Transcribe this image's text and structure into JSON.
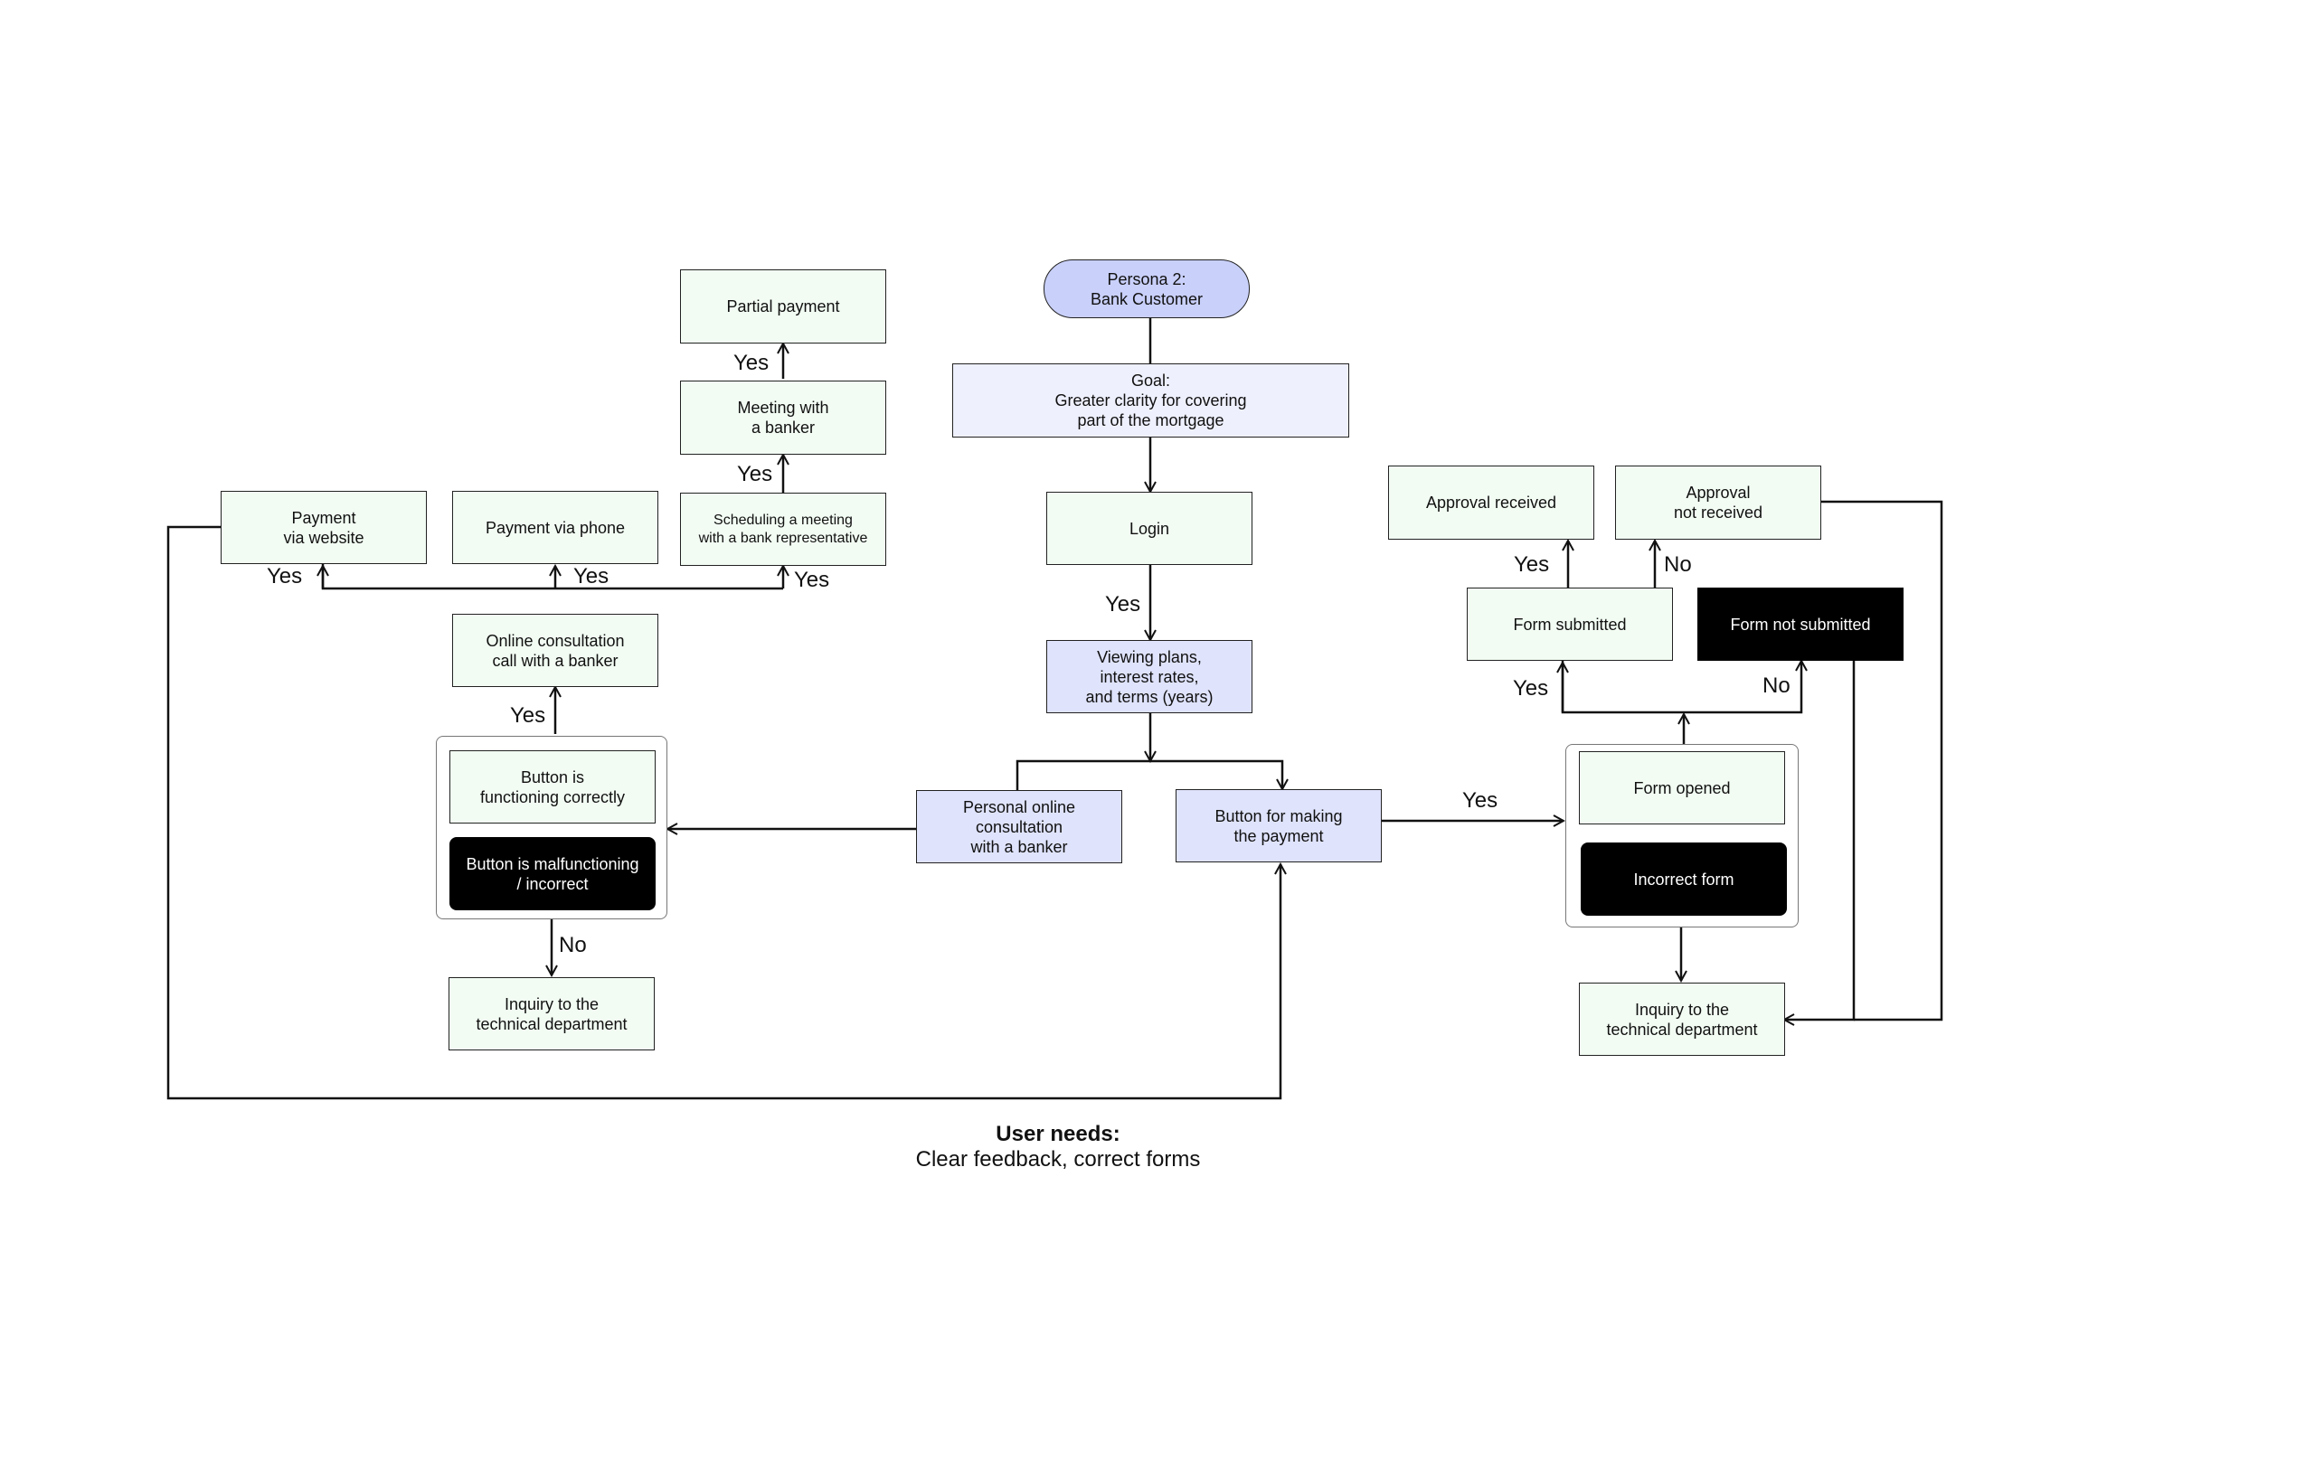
{
  "nodes": {
    "persona": "Persona 2:\nBank Customer",
    "goal": "Goal:\nGreater clarity for covering\npart of the mortgage",
    "login": "Login",
    "viewing_plans": "Viewing plans,\ninterest rates,\nand terms (years)",
    "personal_consultation": "Personal online\nconsultation\nwith a banker",
    "payment_button": "Button for making\nthe payment",
    "button_ok": "Button is\nfunctioning correctly",
    "button_bad": "Button is malfunctioning\n/ incorrect",
    "online_call": "Online consultation\ncall with a banker",
    "inquiry_left": "Inquiry to the\ntechnical department",
    "pay_website": "Payment\nvia website",
    "pay_phone": "Payment via phone",
    "scheduling": "Scheduling a meeting\nwith a bank representative",
    "meeting": "Meeting with\na banker",
    "partial_payment": "Partial payment",
    "form_opened": "Form opened",
    "incorrect_form": "Incorrect form",
    "inquiry_right": "Inquiry to the\ntechnical department",
    "form_submitted": "Form submitted",
    "form_not_submitted": "Form not submitted",
    "approval_received": "Approval received",
    "approval_not_received": "Approval\nnot received"
  },
  "edge_labels": {
    "login_yes": "Yes",
    "call_yes": "Yes",
    "inquiry_no": "No",
    "website_yes": "Yes",
    "phone_yes": "Yes",
    "scheduling_yes": "Yes",
    "meeting_yes": "Yes",
    "partial_yes": "Yes",
    "payment_yes": "Yes",
    "submitted_yes": "Yes",
    "not_submitted_no": "No",
    "approval_yes": "Yes",
    "approval_no": "No"
  },
  "footer": {
    "title": "User needs:",
    "text": "Clear feedback, correct forms"
  },
  "colors": {
    "green_box": "#f2fcf3",
    "blue_box": "#dfe3fb",
    "persona_pill": "#c9d0fa",
    "dark_box": "#000000"
  }
}
